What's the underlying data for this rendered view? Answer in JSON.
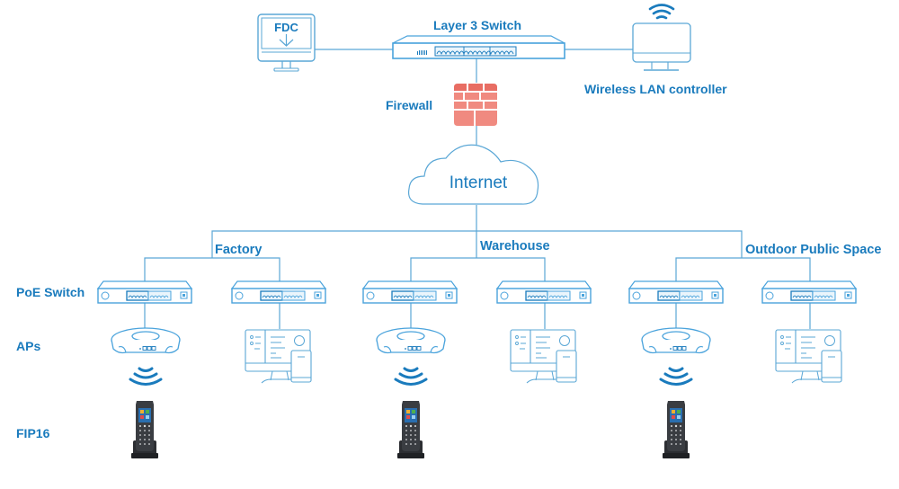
{
  "diagram": {
    "type": "network-topology",
    "colors": {
      "line": "#5aa7d6",
      "device_stroke": "#4aa3dc",
      "label": "#1a7bbd",
      "wifi": "#1a7bbd",
      "firewall": "#f08a80",
      "firewall_dark": "#e86d63",
      "phone_body": "#3a3d42"
    },
    "core": {
      "fdc": {
        "label": "FDC",
        "icon": "monitor-download-icon"
      },
      "l3_switch": {
        "label": "Layer 3 Switch",
        "icon": "rack-switch-icon"
      },
      "wlan_controller": {
        "label": "Wireless LAN controller",
        "icon": "monitor-wifi-icon"
      },
      "firewall": {
        "label": "Firewall",
        "icon": "brick-wall-icon"
      },
      "internet": {
        "label": "Internet",
        "icon": "cloud-icon"
      }
    },
    "row_labels": {
      "poe_switch": "PoE Switch",
      "aps": "APs",
      "handsets": "FIP16"
    },
    "sites": [
      {
        "name": "Factory",
        "devices": [
          "PoE Switch → AP → FIP16",
          "PoE Switch → Workstation"
        ]
      },
      {
        "name": "Warehouse",
        "devices": [
          "PoE Switch → AP → FIP16",
          "PoE Switch → Workstation"
        ]
      },
      {
        "name": "Outdoor Public Space",
        "devices": [
          "PoE Switch → AP → FIP16",
          "PoE Switch → Workstation"
        ]
      }
    ],
    "edges": [
      [
        "FDC",
        "Layer 3 Switch"
      ],
      [
        "Layer 3 Switch",
        "Wireless LAN controller"
      ],
      [
        "Layer 3 Switch",
        "Firewall"
      ],
      [
        "Firewall",
        "Internet"
      ],
      [
        "Internet",
        "Factory"
      ],
      [
        "Internet",
        "Warehouse"
      ],
      [
        "Internet",
        "Outdoor Public Space"
      ]
    ]
  }
}
